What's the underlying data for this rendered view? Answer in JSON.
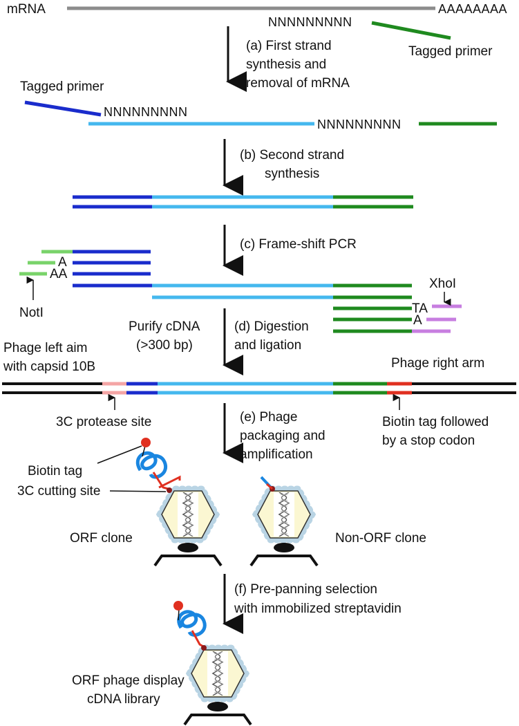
{
  "colors": {
    "gray": "#8c8c8c",
    "blue_dark": "#1a2ccc",
    "blue_light": "#45b8ee",
    "green_dark": "#1f8a1f",
    "green_light": "#79d36a",
    "purple": "#c77ee0",
    "pink": "#f4a5a5",
    "red": "#e03020",
    "black": "#111111",
    "capsid": "#fbf7d2",
    "bead": "#b9d4e4"
  },
  "top": {
    "mrna": "mRNA",
    "polyA": "AAAAAAAA",
    "n_seq": "NNNNNNNNN",
    "tagged_primer_right": "Tagged primer"
  },
  "step_a": {
    "line1": "(a) First strand",
    "line2": "synthesis and",
    "line3": "removal of mRNA"
  },
  "first_strand": {
    "tagged_primer_left": "Tagged primer",
    "n_seq_left": "NNNNNNNNN",
    "n_seq_right": "NNNNNNNNN"
  },
  "step_b": {
    "line1": "(b) Second strand",
    "line2": "synthesis"
  },
  "step_c": {
    "line1": "(c) Frame-shift PCR"
  },
  "pcr": {
    "a": "A",
    "aa": "AA",
    "notI": "NotI",
    "xhoI": "XhoI",
    "ta": "TA",
    "a_right": "A"
  },
  "step_d": {
    "purify1": "Purify cDNA",
    "purify2": "(>300 bp)",
    "line1": "(d) Digestion",
    "line2": "and ligation"
  },
  "vector": {
    "left_arm1": "Phage left aim",
    "left_arm2": "with capsid 10B",
    "right_arm": "Phage right arm",
    "protease_site": "3C protease site",
    "biotin_stop1": "Biotin tag followed",
    "biotin_stop2": "by a stop codon"
  },
  "step_e": {
    "line1": "(e) Phage",
    "line2": "packaging and",
    "line3": "amplification"
  },
  "phages": {
    "biotin_tag": "Biotin tag",
    "cutting_site": "3C cutting site",
    "orf_clone": "ORF clone",
    "non_orf_clone": "Non-ORF clone"
  },
  "step_f": {
    "line1": "(f) Pre-panning selection",
    "line2": "with immobilized streptavidin"
  },
  "library": {
    "line1": "ORF phage display",
    "line2": "cDNA library"
  }
}
